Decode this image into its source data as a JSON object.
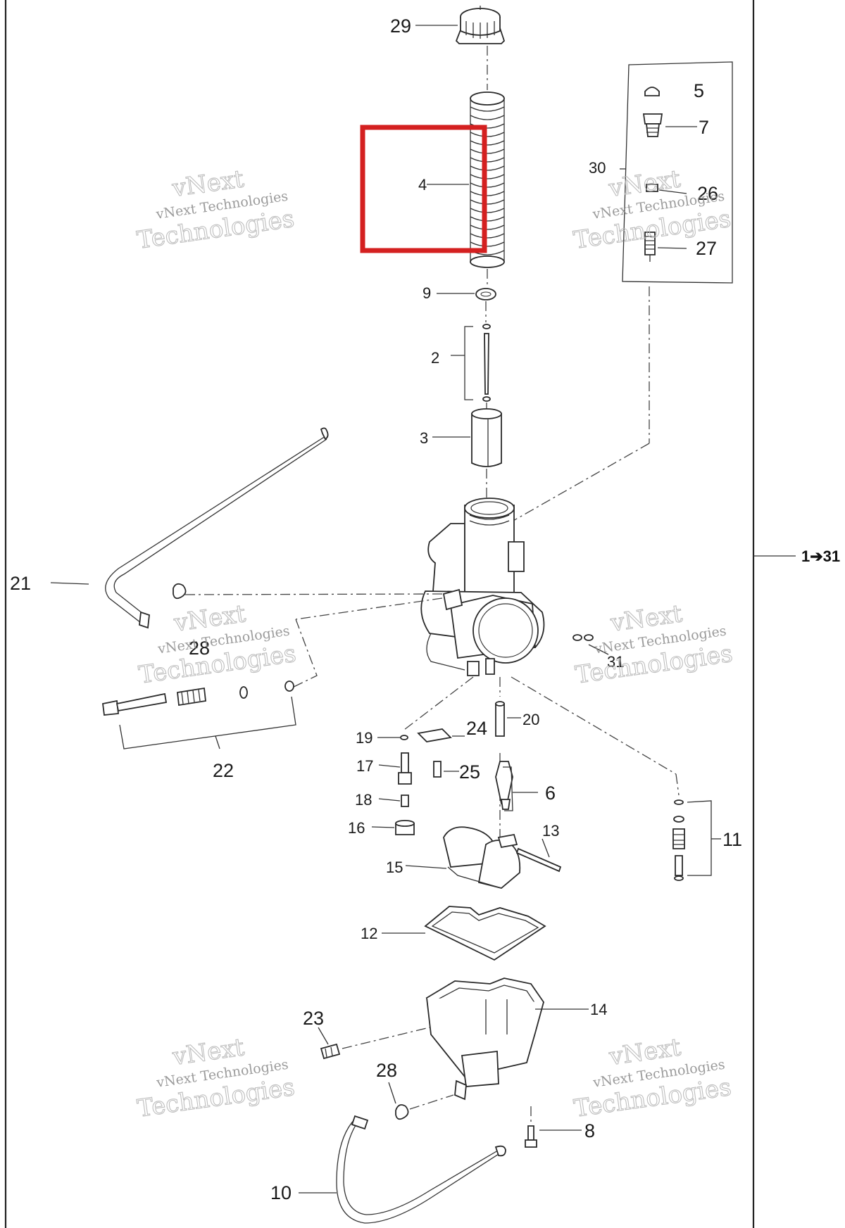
{
  "callouts": {
    "c29": "29",
    "c4": "4",
    "c5": "5",
    "c7": "7",
    "c30": "30",
    "c26": "26",
    "c27": "27",
    "c9": "9",
    "c2": "2",
    "c3": "3",
    "c21": "21",
    "c28a": "28",
    "c31": "31",
    "c22": "22",
    "c19": "19",
    "c24": "24",
    "c20": "20",
    "c17": "17",
    "c25": "25",
    "c6": "6",
    "c18": "18",
    "c16": "16",
    "c13": "13",
    "c11": "11",
    "c15": "15",
    "c12": "12",
    "c14": "14",
    "c23": "23",
    "c28b": "28",
    "c8": "8",
    "c10": "10"
  },
  "reference": "1➔31",
  "watermark": {
    "line1": "vNext Technologies",
    "line2": "vNext",
    "line3": "Technologies"
  },
  "highlight_color": "#d42020"
}
